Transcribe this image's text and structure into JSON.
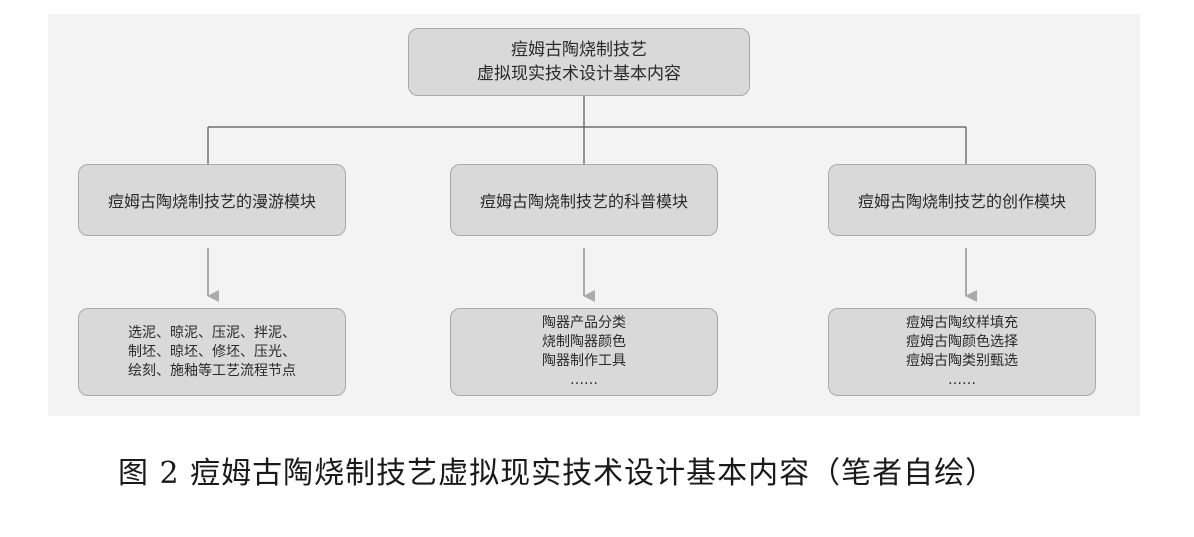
{
  "diagram": {
    "root": {
      "lines": [
        "痘姆古陶烧制技艺",
        "虚拟现实技术设计基本内容"
      ]
    },
    "modules": [
      {
        "title": "痘姆古陶烧制技艺的漫游模块",
        "details": [
          "选泥、晾泥、压泥、拌泥、",
          "制坯、晾坯、修坯、压光、",
          "绘刻、施釉等工艺流程节点"
        ]
      },
      {
        "title": "痘姆古陶烧制技艺的科普模块",
        "details": [
          "陶器产品分类",
          "烧制陶器颜色",
          "陶器制作工具",
          "……"
        ]
      },
      {
        "title": "痘姆古陶烧制技艺的创作模块",
        "details": [
          "痘姆古陶纹样填充",
          "痘姆古陶颜色选择",
          "痘姆古陶类别甄选",
          "……"
        ]
      }
    ]
  },
  "caption": "图 2  痘姆古陶烧制技艺虚拟现实技术设计基本内容（笔者自绘）",
  "colors": {
    "box_fill": "#d9d9d9",
    "box_border": "#a9a9a9",
    "panel": "#f3f3f3",
    "connector": "#555555",
    "arrow": "#aaaaaa"
  }
}
